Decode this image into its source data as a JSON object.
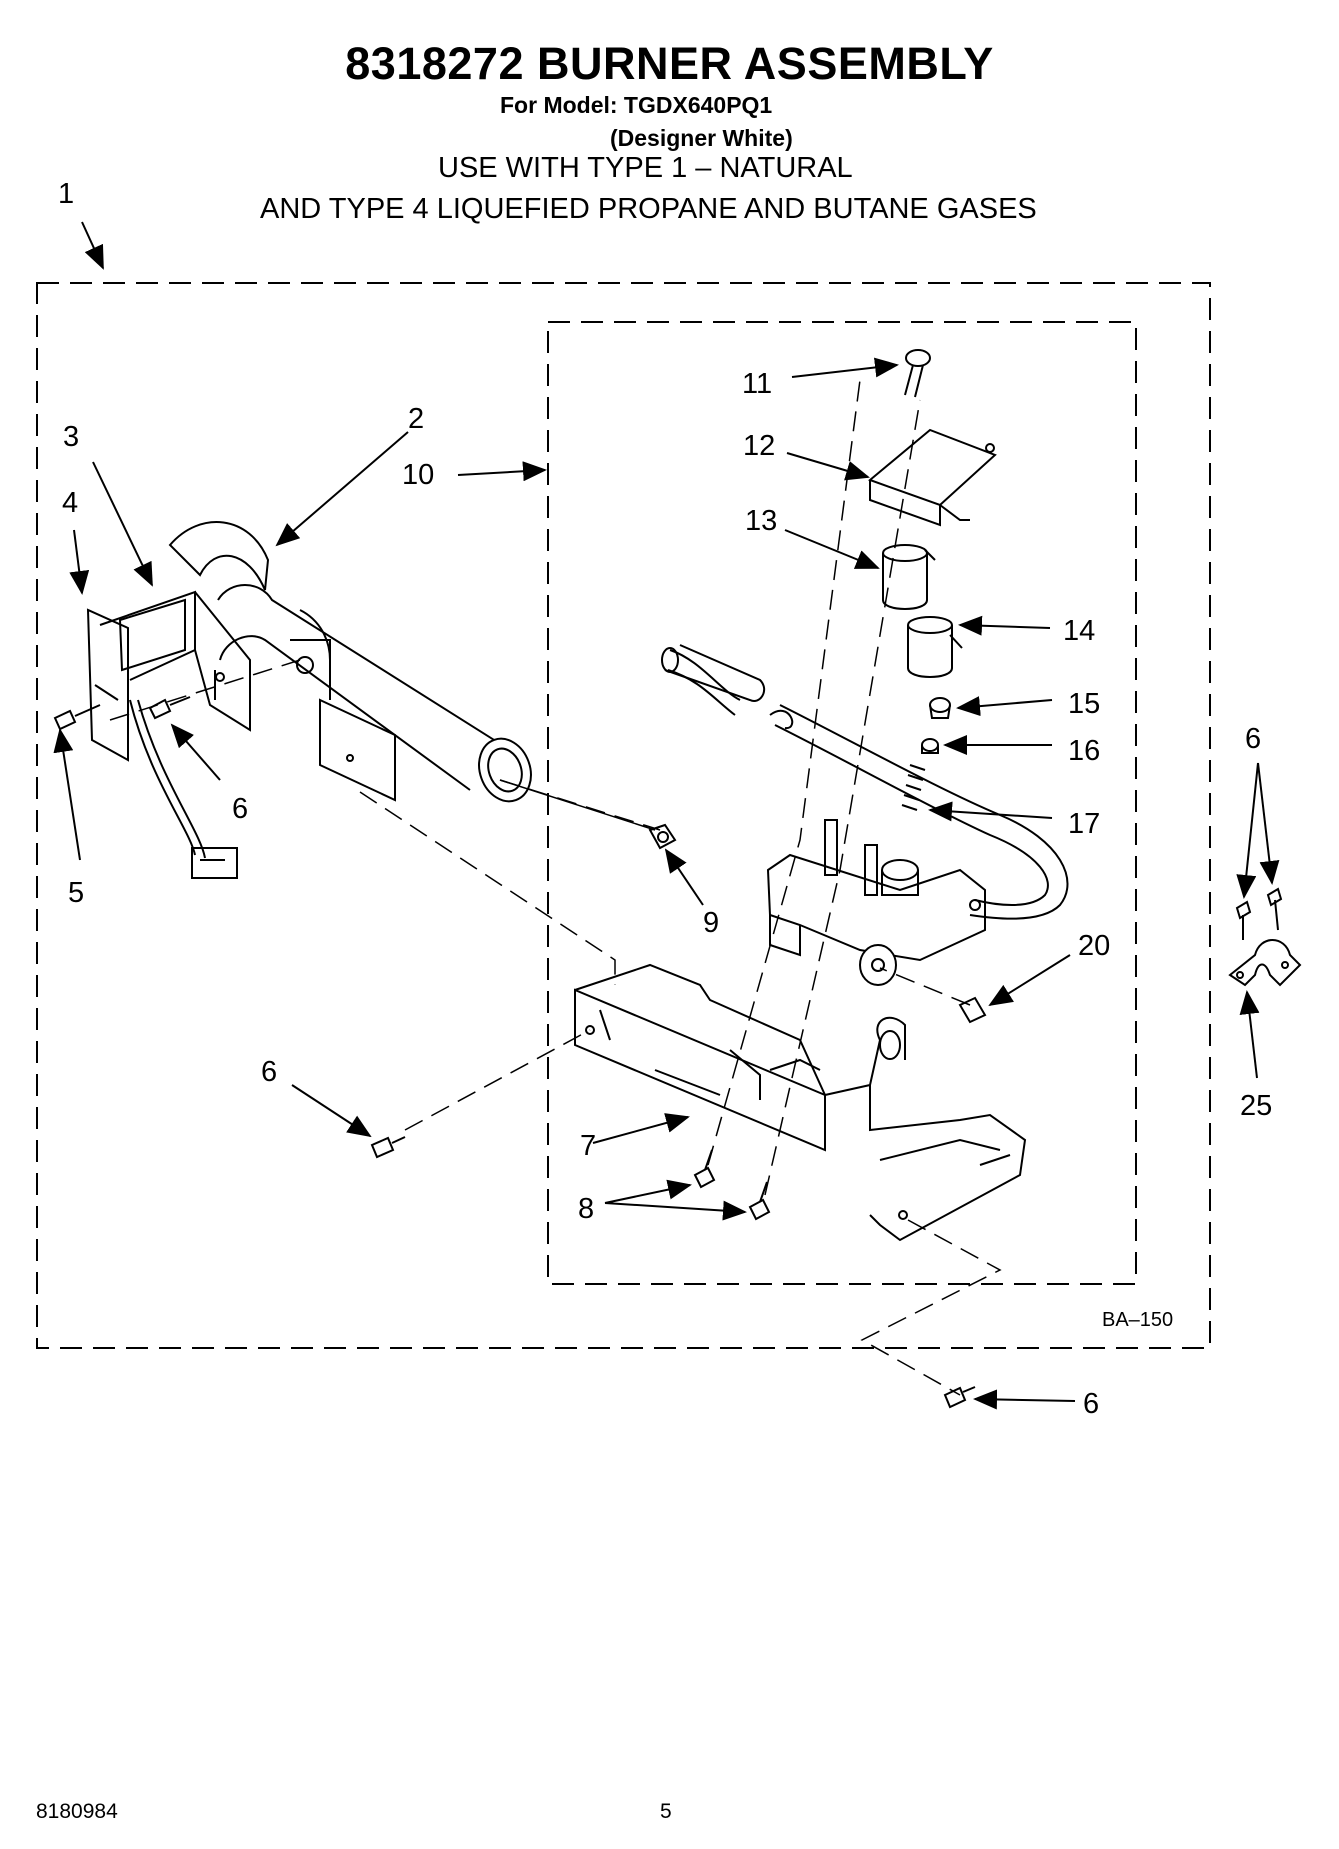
{
  "header": {
    "title": "8318272 BURNER ASSEMBLY",
    "model_line": "For Model: TGDX640PQ1",
    "color_line": "(Designer White)",
    "type_line_1": "USE WITH TYPE 1 –   NATURAL",
    "type_line_2": "AND TYPE 4    LIQUEFIED PROPANE AND BUTANE GASES"
  },
  "callouts": {
    "c1": "1",
    "c2": "2",
    "c3": "3",
    "c4": "4",
    "c5": "5",
    "c6a": "6",
    "c6b": "6",
    "c6c": "6",
    "c6d": "6",
    "c7": "7",
    "c8": "8",
    "c9": "9",
    "c10": "10",
    "c11": "11",
    "c12": "12",
    "c13": "13",
    "c14": "14",
    "c15": "15",
    "c16": "16",
    "c17": "17",
    "c20": "20",
    "c25": "25"
  },
  "diagram_code": "BA–150",
  "footer": {
    "doc_number": "8180984",
    "page_number": "5"
  }
}
